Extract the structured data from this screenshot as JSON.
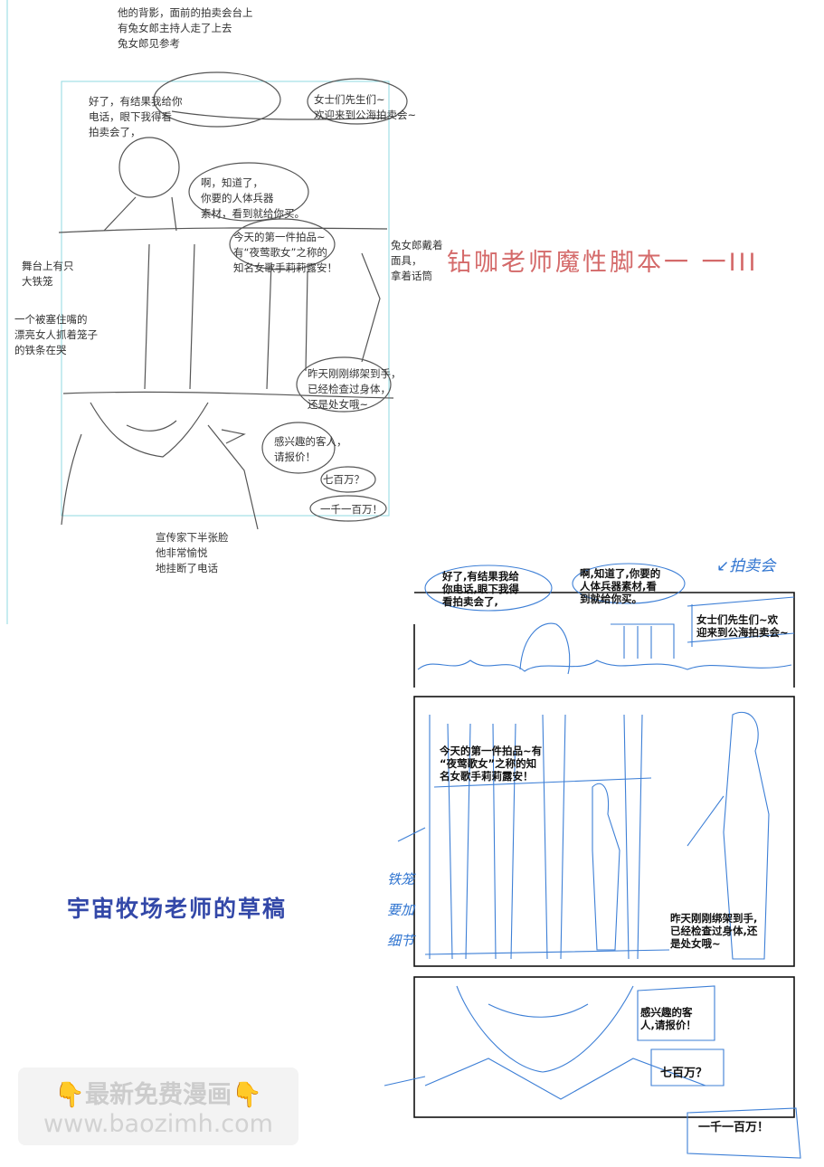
{
  "left_script": {
    "top_note": "他的背影，面前的拍卖会台上\n有兔女郎主持人走了上去\n兔女郎见参考",
    "bubbles": [
      "好了，有结果我给你\n电话，眼下我得看\n拍卖会了，",
      "女士们先生们~\n欢迎来到公海拍卖会~",
      "啊，知道了，\n你要的人体兵器\n素材，看到就给你买。",
      "今天的第一件拍品~\n有“夜莺歌女”之称的\n知名女歌手莉莉露安！",
      "昨天刚刚绑架到手，\n已经检查过身体，\n还是处女哦~",
      "感兴趣的客人，\n请报价！",
      "七百万？",
      "一千一百万！"
    ],
    "notes": {
      "cage": "舞台上有只\n大铁笼",
      "woman": "一个被塞住嘴的\n漂亮女人抓着笼子\n的铁条在哭",
      "bunny": "兔女郎戴着\n面具，\n拿着话筒",
      "face": "宣传家下半张脸\n他非常愉悦\n地挂断了电话"
    }
  },
  "title_red": "钻咖老师魔性脚本一 一III",
  "credit": "宇宙牧场老师的草稿",
  "right_sketch": {
    "panel1_label": "↙拍卖会",
    "bubbles": [
      "好了,有结果我给\n你电话,眼下我得\n看拍卖会了,",
      "啊,知道了,你要的\n人体兵器素材,看\n到就给你买。",
      "女士们先生们~欢\n迎来到公海拍卖会~",
      "今天的第一件拍品~有\n“夜莺歌女”之称的知\n名女歌手莉莉露安！",
      "昨天刚刚绑架到手,\n已经检查过身体,还\n是处女哦~",
      "感兴趣的客\n人,请报价！",
      "七百万？",
      "一千一百万！"
    ],
    "side_note": "铁笼\n要加\n细节"
  },
  "watermark": {
    "line1": "最新免费漫画",
    "line2": "www.baozimh.com",
    "icon": "pointing-down-hand-icon"
  },
  "colors": {
    "sketch_gray": "#555555",
    "guide_cyan": "#7fd4dc",
    "sketch_blue": "#2f74d0",
    "title_red": "#d46a6a",
    "credit_blue": "#3348a8"
  }
}
